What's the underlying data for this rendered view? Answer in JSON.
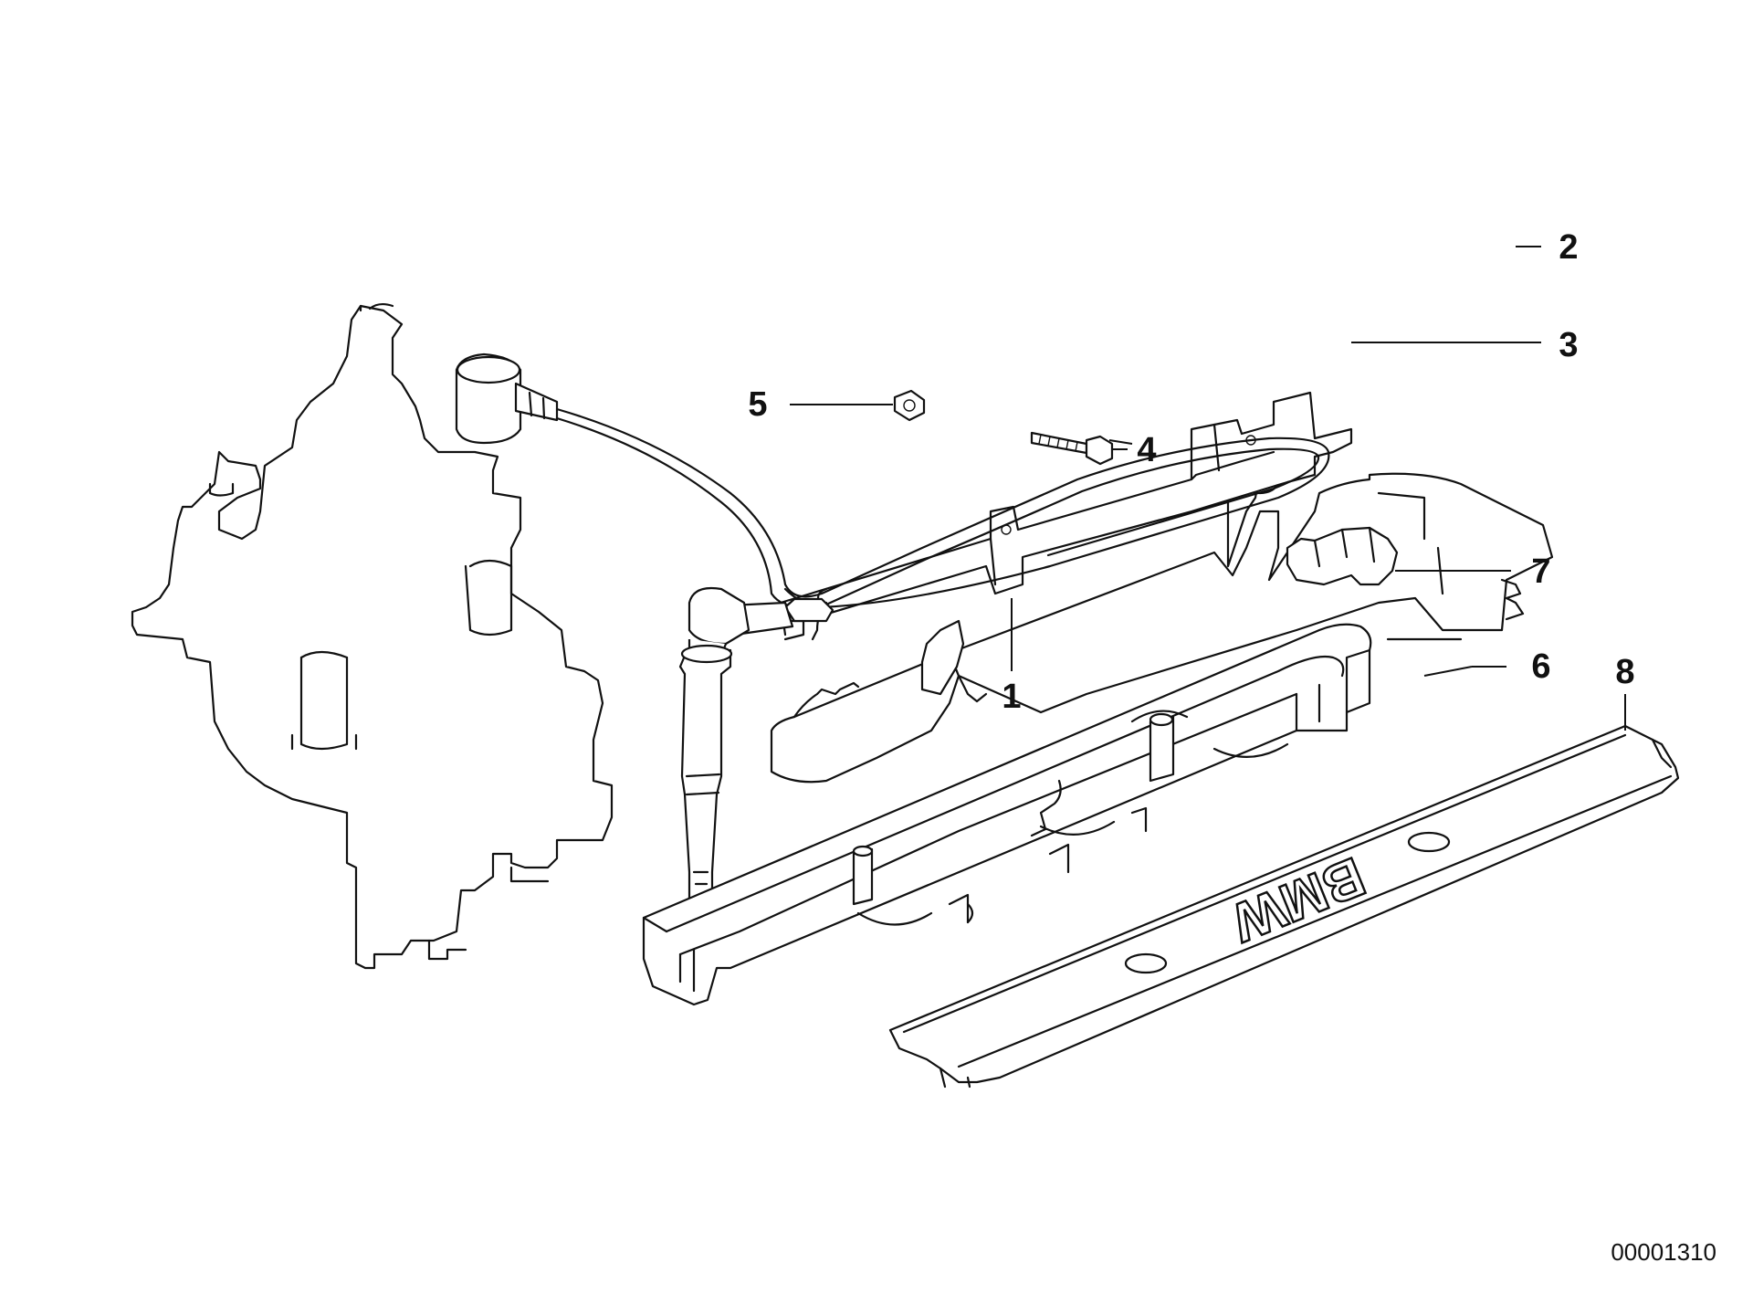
{
  "diagram": {
    "callouts": [
      {
        "id": "1",
        "label": "1"
      },
      {
        "id": "2",
        "label": "2"
      },
      {
        "id": "3",
        "label": "3"
      },
      {
        "id": "4",
        "label": "4"
      },
      {
        "id": "5",
        "label": "5"
      },
      {
        "id": "6",
        "label": "6"
      },
      {
        "id": "7",
        "label": "7"
      },
      {
        "id": "8",
        "label": "8"
      }
    ],
    "cover_logo_text": "BMW",
    "reference_number": "00001310"
  }
}
